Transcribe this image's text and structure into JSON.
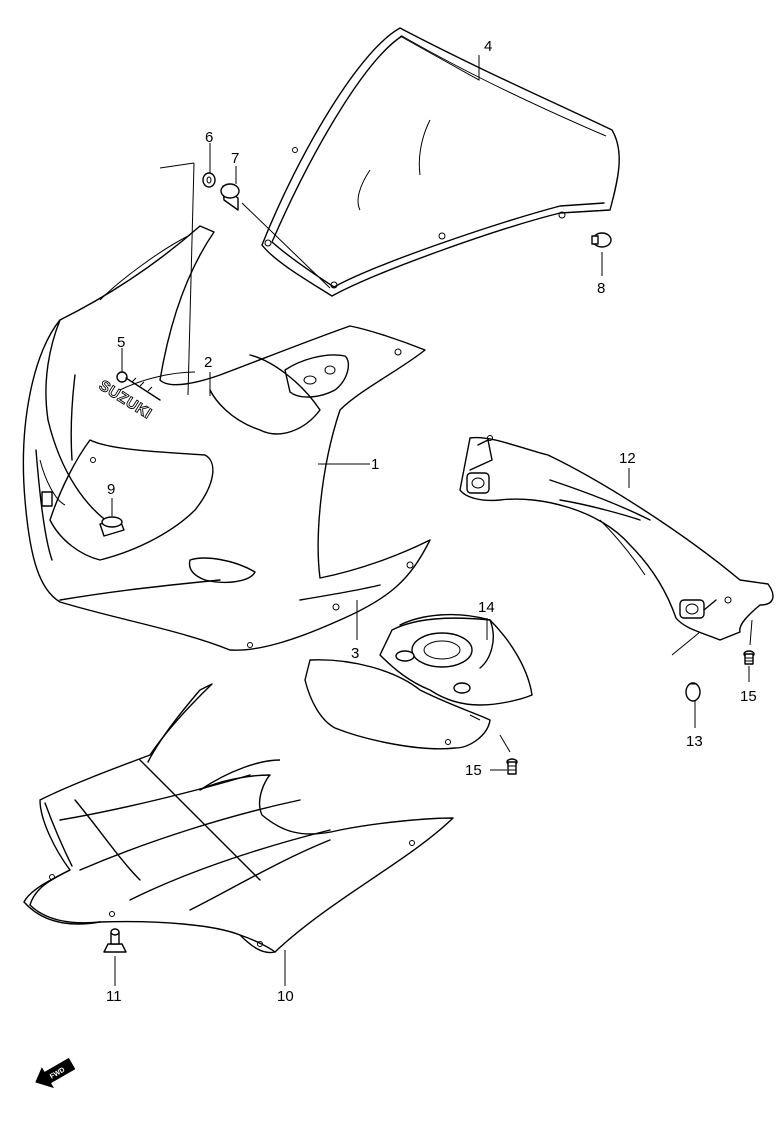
{
  "brand_text": "SUZUKI",
  "fwd_text": "FWD",
  "callouts": {
    "c1": "1",
    "c2": "2",
    "c3": "3",
    "c4": "4",
    "c5": "5",
    "c6": "6",
    "c7": "7",
    "c8": "8",
    "c9": "9",
    "c10": "10",
    "c11": "11",
    "c12": "12",
    "c13": "13",
    "c14": "14",
    "c15a": "15",
    "c15b": "15"
  }
}
